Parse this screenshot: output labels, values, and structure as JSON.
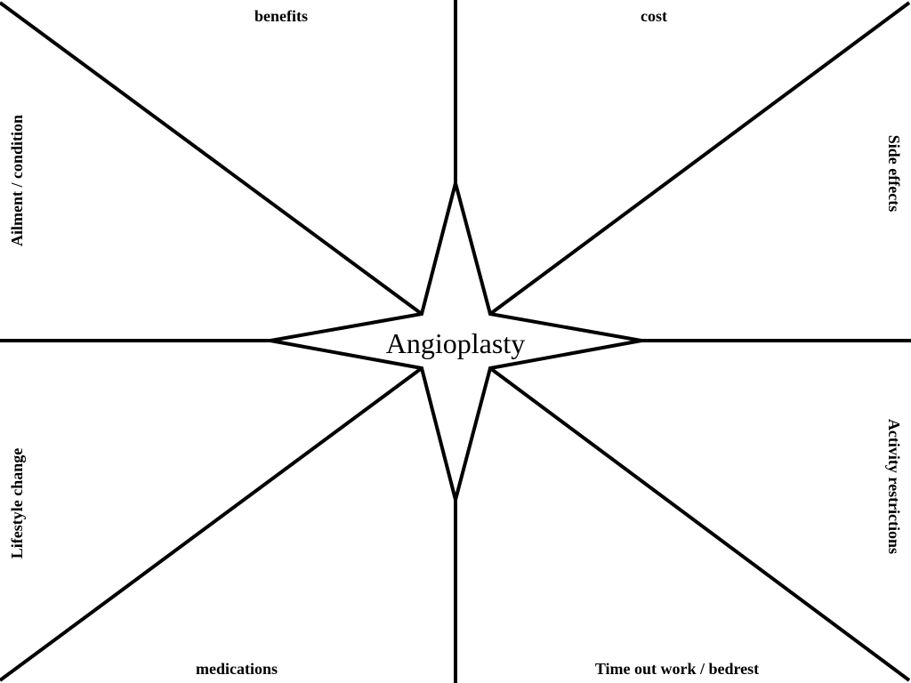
{
  "center": {
    "title": "Angioplasty"
  },
  "categories": {
    "top_left": "benefits",
    "top_right": "cost",
    "left_upper": "Ailment / condition",
    "right_upper": "Side effects",
    "left_lower": "Lifestyle change",
    "right_lower": "Activity restrictions",
    "bottom_left": "medications",
    "bottom_right": "Time out work / bedrest"
  }
}
